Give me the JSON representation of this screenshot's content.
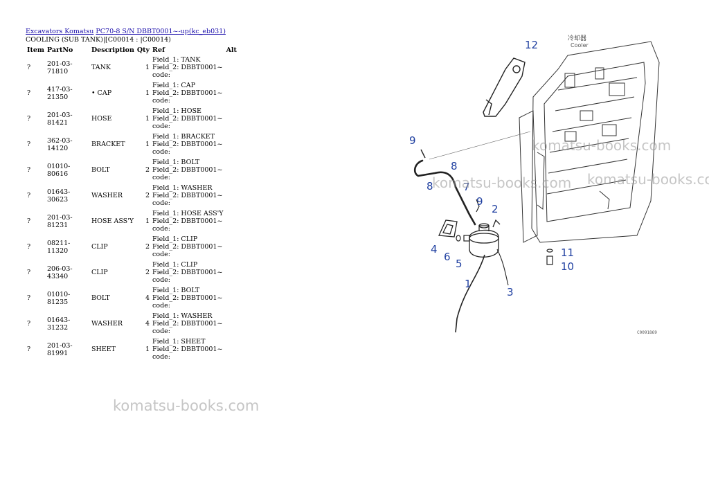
{
  "breadcrumb": {
    "link1": "Excavators Komatsu",
    "link2": "PC70-8 S/N DBBT0001~-up(kc_eb031)"
  },
  "subtitle": "COOLING (SUB TANK)|[C00014 : |C00014)",
  "table": {
    "headers": [
      "Item",
      "PartNo",
      "Description",
      "Qty",
      "Ref",
      "Alt"
    ],
    "ref_code_label": "code:",
    "rows": [
      {
        "item": "?",
        "partno": "201-03-71810",
        "description": "TANK",
        "qty": "1",
        "field1": "Field_1: TANK",
        "field2": "Field_2: DBBT0001~"
      },
      {
        "item": "?",
        "partno": "417-03-21350",
        "description": "• CAP",
        "qty": "1",
        "field1": "Field_1: CAP",
        "field2": "Field_2: DBBT0001~"
      },
      {
        "item": "?",
        "partno": "201-03-81421",
        "description": "HOSE",
        "qty": "1",
        "field1": "Field_1: HOSE",
        "field2": "Field_2: DBBT0001~"
      },
      {
        "item": "?",
        "partno": "362-03-14120",
        "description": "BRACKET",
        "qty": "1",
        "field1": "Field_1: BRACKET",
        "field2": "Field_2: DBBT0001~"
      },
      {
        "item": "?",
        "partno": "01010-80616",
        "description": "BOLT",
        "qty": "2",
        "field1": "Field_1: BOLT",
        "field2": "Field_2: DBBT0001~"
      },
      {
        "item": "?",
        "partno": "01643-30623",
        "description": "WASHER",
        "qty": "2",
        "field1": "Field_1: WASHER",
        "field2": "Field_2: DBBT0001~"
      },
      {
        "item": "?",
        "partno": "201-03-81231",
        "description": "HOSE ASS'Y",
        "qty": "1",
        "field1": "Field_1: HOSE ASS'Y",
        "field2": "Field_2: DBBT0001~"
      },
      {
        "item": "?",
        "partno": "08211-11320",
        "description": "CLIP",
        "qty": "2",
        "field1": "Field_1: CLIP",
        "field2": "Field_2: DBBT0001~"
      },
      {
        "item": "?",
        "partno": "206-03-43340",
        "description": "CLIP",
        "qty": "2",
        "field1": "Field_1: CLIP",
        "field2": "Field_2: DBBT0001~"
      },
      {
        "item": "?",
        "partno": "01010-81235",
        "description": "BOLT",
        "qty": "4",
        "field1": "Field_1: BOLT",
        "field2": "Field_2: DBBT0001~"
      },
      {
        "item": "?",
        "partno": "01643-31232",
        "description": "WASHER",
        "qty": "4",
        "field1": "Field_1: WASHER",
        "field2": "Field_2: DBBT0001~"
      },
      {
        "item": "?",
        "partno": "201-03-81991",
        "description": "SHEET",
        "qty": "1",
        "field1": "Field_1: SHEET",
        "field2": "Field_2: DBBT0001~"
      }
    ]
  },
  "watermark": "komatsu-books.com",
  "diagram": {
    "cooler_label_jp": "冷却器",
    "cooler_label_en": "Cooler",
    "figure_code": "C0091869",
    "callouts": [
      "12",
      "9",
      "8",
      "8",
      "7",
      "9",
      "2",
      "4",
      "6",
      "5",
      "1",
      "3",
      "11",
      "10"
    ]
  },
  "colors": {
    "link": "#1a0dab",
    "callout": "#1f3fa0",
    "watermark": "#969696"
  }
}
